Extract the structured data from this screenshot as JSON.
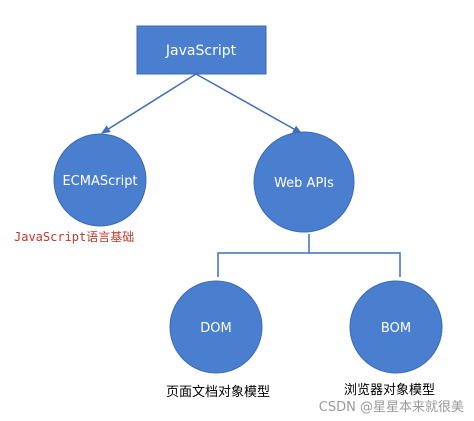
{
  "nodes": {
    "javascript": {
      "label": "JavaScript"
    },
    "ecmascript": {
      "label": "ECMAScript"
    },
    "webapis": {
      "label": "Web APIs"
    },
    "dom": {
      "label": "DOM"
    },
    "bom": {
      "label": "BOM"
    }
  },
  "captions": {
    "ecmascript": "JavaScript语言基础",
    "dom": "页面文档对象模型",
    "bom": "浏览器对象模型"
  },
  "watermark": "CSDN @星星本来就很美",
  "colors": {
    "node_fill": "#4a7fd0",
    "node_stroke": "#3a6ab5",
    "connector": "#3f6fb8",
    "caption_red": "#c0392b",
    "watermark": "#9a9a9a"
  }
}
